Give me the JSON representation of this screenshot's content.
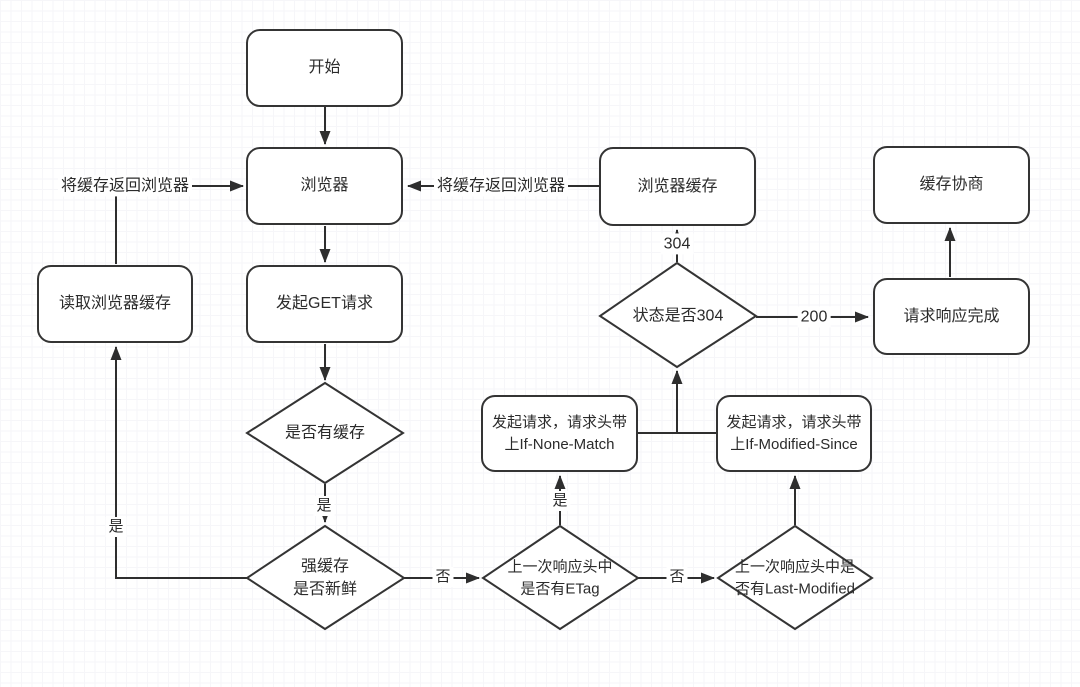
{
  "canvas": {
    "background": "#ffffff",
    "grid_major_color": "#e9e9ee",
    "grid_minor_color": "#f6f6f9",
    "stroke_color": "#2e2e2e",
    "text_color": "#2b2b2b"
  },
  "nodes": {
    "start": {
      "label": "开始"
    },
    "browser": {
      "label": "浏览器"
    },
    "get_request": {
      "label": "发起GET请求"
    },
    "read_browser_cache": {
      "label": "读取浏览器缓存"
    },
    "browser_cache": {
      "label": "浏览器缓存"
    },
    "cache_negotiation": {
      "label": "缓存协商"
    },
    "request_response_complete": {
      "label": "请求响应完成"
    },
    "request_if_none_match": {
      "label": "发起请求，请求头带\n上If-None-Match"
    },
    "request_if_modified_since": {
      "label": "发起请求，请求头带\n上If-Modified-Since"
    },
    "has_cache": {
      "label": "是否有缓存"
    },
    "strong_cache_fresh": {
      "label": "强缓存\n是否新鲜"
    },
    "etag_in_last_response": {
      "label": "上一次响应头中\n是否有ETag"
    },
    "last_modified_in_last_response": {
      "label": "上一次响应头中是\n否有Last-Modified"
    },
    "status_is_304": {
      "label": "状态是否304"
    }
  },
  "edge_labels": {
    "return_cache_left": "将缓存返回浏览器",
    "return_cache_right": "将缓存返回浏览器",
    "yes_has_cache": "是",
    "yes_read_cache": "是",
    "yes_etag": "是",
    "no_strong_cache": "否",
    "no_etag": "否",
    "status_304": "304",
    "status_200": "200"
  }
}
